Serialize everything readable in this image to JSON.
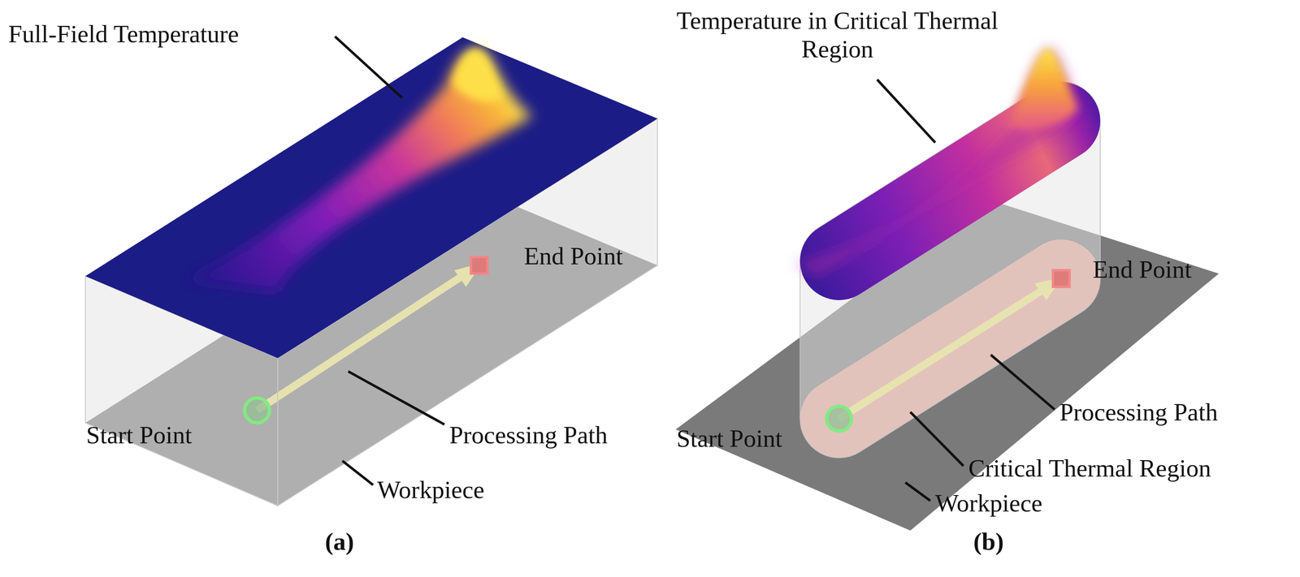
{
  "diagram": {
    "labels": [
      "Full-Field Temperature",
      "End Point",
      "Start Point",
      "Processing Path",
      "Workpiece",
      "(a)",
      "Temperature in Critical Thermal Region",
      "End Point",
      "Start Point",
      "Processing Path",
      "Critical Thermal Region",
      "Workpiece",
      "(b)"
    ]
  }
}
